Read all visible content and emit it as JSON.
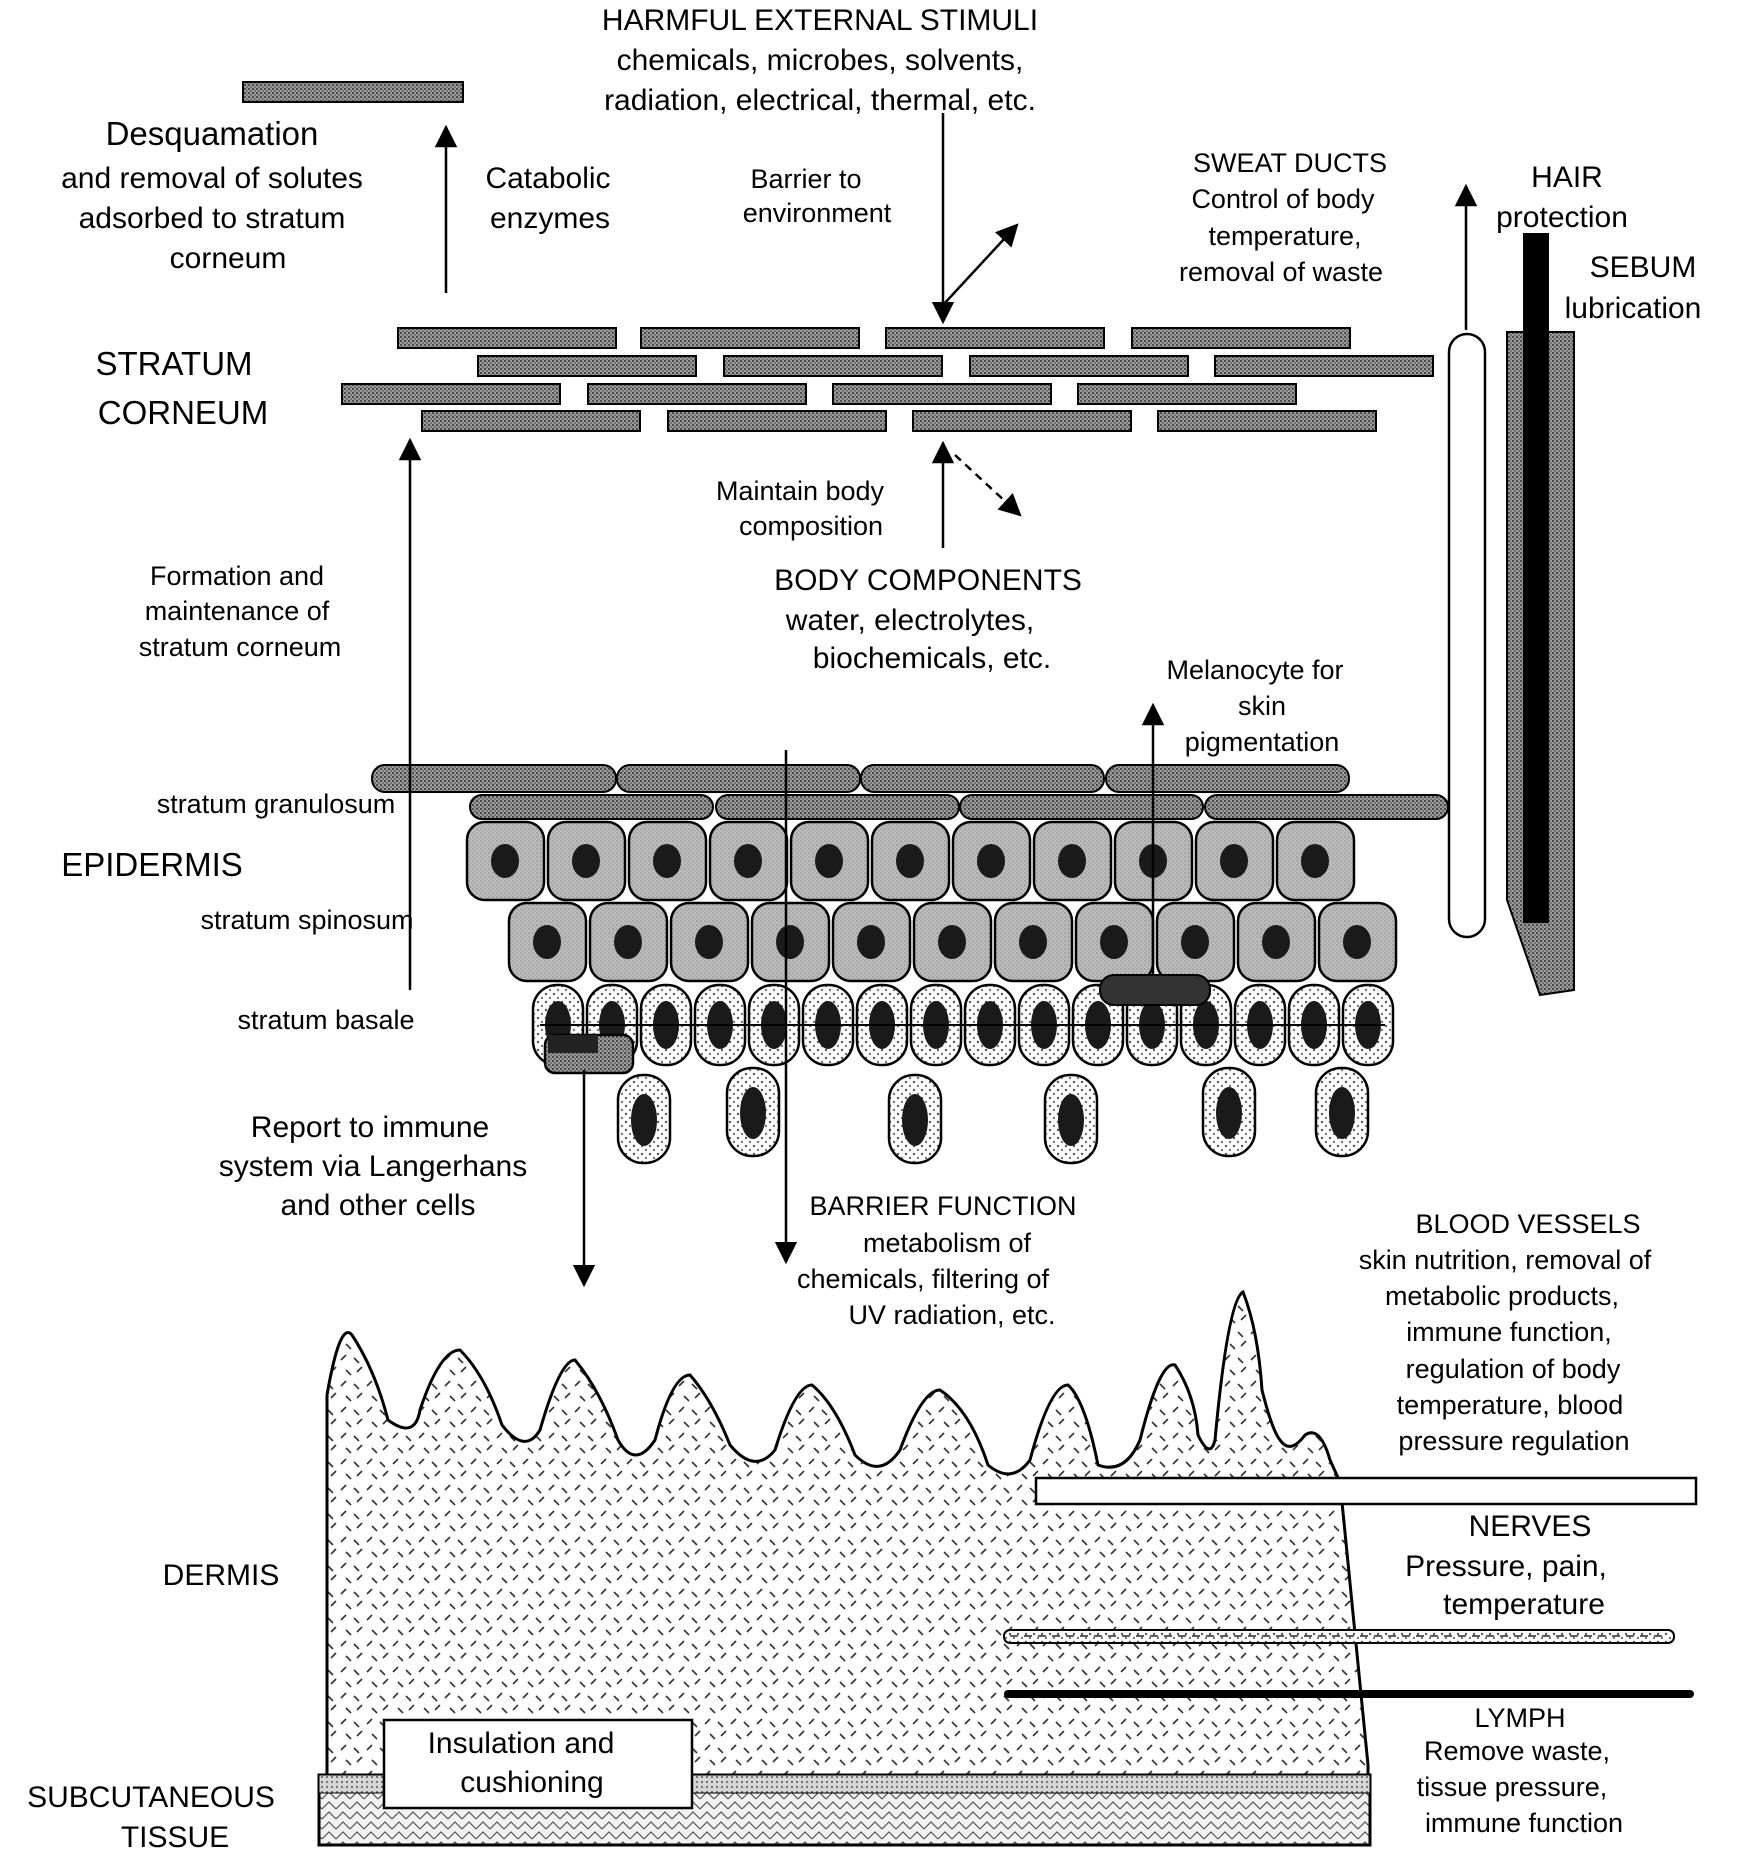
{
  "labels": {
    "harmful_title": "HARMFUL EXTERNAL STIMULI",
    "harmful_line1": "chemicals, microbes, solvents,",
    "harmful_line2": "radiation, electrical, thermal, etc.",
    "desq_title": "Desquamation",
    "desq_line1": "and removal of solutes",
    "desq_line2": "adsorbed to stratum",
    "desq_line3": "corneum",
    "catabolic_line1": "Catabolic",
    "catabolic_line2": "enzymes",
    "barrier_env_line1": "Barrier to",
    "barrier_env_line2": "environment",
    "sweat_title": "SWEAT DUCTS",
    "sweat_line1": "Control of body",
    "sweat_line2": "temperature,",
    "sweat_line3": "removal of waste",
    "hair_title": "HAIR",
    "hair_line1": "protection",
    "sebum_title": "SEBUM",
    "sebum_line1": "lubrication",
    "stratum_corneum_line1": "STRATUM",
    "stratum_corneum_line2": "CORNEUM",
    "maintain_line1": "Maintain body",
    "maintain_line2": "composition",
    "formation_line1": "Formation and",
    "formation_line2": "maintenance of",
    "formation_line3": "stratum corneum",
    "body_comp_title": "BODY COMPONENTS",
    "body_comp_line1": "water, electrolytes,",
    "body_comp_line2": "biochemicals, etc.",
    "melano_line1": "Melanocyte for",
    "melano_line2": "skin",
    "melano_line3": "pigmentation",
    "granulosum": "stratum granulosum",
    "epidermis": "EPIDERMIS",
    "spinosum": "stratum spinosum",
    "basale": "stratum basale",
    "report_line1": "Report to immune",
    "report_line2": "system via Langerhans",
    "report_line3": "and other cells",
    "barrier_fn_title": "BARRIER FUNCTION",
    "barrier_fn_line1": "metabolism of",
    "barrier_fn_line2": "chemicals, filtering of",
    "barrier_fn_line3": "UV radiation, etc.",
    "blood_title": "BLOOD VESSELS",
    "blood_line1": "skin nutrition, removal of",
    "blood_line2": "metabolic products,",
    "blood_line3": "immune function,",
    "blood_line4": "regulation of body",
    "blood_line5": "temperature, blood",
    "blood_line6": "pressure regulation",
    "nerves_title": "NERVES",
    "nerves_line1": "Pressure, pain,",
    "nerves_line2": "temperature",
    "dermis": "DERMIS",
    "lymph_title": "LYMPH",
    "lymph_line1": "Remove waste,",
    "lymph_line2": "tissue pressure,",
    "lymph_line3": "immune function",
    "insulation_line1": "Insulation and",
    "insulation_line2": "cushioning",
    "subcut_line1": "SUBCUTANEOUS",
    "subcut_line2": "TISSUE"
  }
}
